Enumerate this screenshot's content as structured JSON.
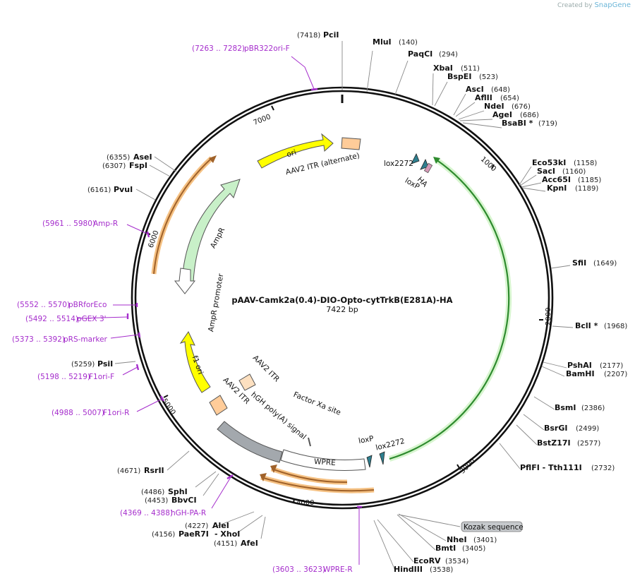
{
  "credit": {
    "prefix": "Created by",
    "brand": "SnapGene"
  },
  "plasmid": {
    "name": "pAAV-Camk2a(0.4)-DIO-Opto-cytTrkB(E281A)-HA",
    "length": "7422 bp"
  },
  "ticks": [
    "1000",
    "2000",
    "3000",
    "4000",
    "5000",
    "6000",
    "7000"
  ],
  "enzymes": [
    {
      "name": "PciI",
      "pos": "(7418)"
    },
    {
      "name": "MluI",
      "pos": "(140)"
    },
    {
      "name": "PaqCI",
      "pos": "(294)"
    },
    {
      "name": "XbaI",
      "pos": "(511)"
    },
    {
      "name": "BspEI",
      "pos": "(523)"
    },
    {
      "name": "AscI",
      "pos": "(648)"
    },
    {
      "name": "AflII",
      "pos": "(654)"
    },
    {
      "name": "NdeI",
      "pos": "(676)"
    },
    {
      "name": "AgeI",
      "pos": "(686)"
    },
    {
      "name": "BsaBI *",
      "pos": "(719)"
    },
    {
      "name": "Eco53kI",
      "pos": "(1158)"
    },
    {
      "name": "SacI",
      "pos": "(1160)"
    },
    {
      "name": "Acc65I",
      "pos": "(1185)"
    },
    {
      "name": "KpnI",
      "pos": "(1189)"
    },
    {
      "name": "SfiI",
      "pos": "(1649)"
    },
    {
      "name": "BclI *",
      "pos": "(1968)"
    },
    {
      "name": "PshAI",
      "pos": "(2177)"
    },
    {
      "name": "BamHI",
      "pos": "(2207)"
    },
    {
      "name": "BsmI",
      "pos": "(2386)"
    },
    {
      "name": "BsrGI",
      "pos": "(2499)"
    },
    {
      "name": "BstZ17I",
      "pos": "(2577)"
    },
    {
      "name": "PflFI - Tth111I",
      "pos": "(2732)"
    },
    {
      "name": "NheI",
      "pos": "(3401)"
    },
    {
      "name": "BmtI",
      "pos": "(3405)"
    },
    {
      "name": "EcoRV",
      "pos": "(3534)"
    },
    {
      "name": "HindIII",
      "pos": "(3538)"
    },
    {
      "name": "AfeI",
      "pos": "(4151)"
    },
    {
      "name": "- XhoI",
      "pos": ""
    },
    {
      "name": "PaeR7I",
      "pos": "(4156)"
    },
    {
      "name": "AleI",
      "pos": "(4227)"
    },
    {
      "name": "BbvCI",
      "pos": "(4453)"
    },
    {
      "name": "SphI",
      "pos": "(4486)"
    },
    {
      "name": "RsrII",
      "pos": "(4671)"
    },
    {
      "name": "PsiI",
      "pos": "(5259)"
    },
    {
      "name": "PvuI",
      "pos": "(6161)"
    },
    {
      "name": "FspI",
      "pos": "(6307)"
    },
    {
      "name": "AseI",
      "pos": "(6355)"
    }
  ],
  "primers": [
    {
      "range": "(7263 .. 7282)",
      "name": "pBR322ori-F"
    },
    {
      "range": "(5961 .. 5980)",
      "name": "Amp-R"
    },
    {
      "range": "(5552 .. 5570)",
      "name": "pBRforEco"
    },
    {
      "range": "(5492 .. 5514)",
      "name": "pGEX 3'"
    },
    {
      "range": "(5373 .. 5392)",
      "name": "pRS-marker"
    },
    {
      "range": "(5198 .. 5219)",
      "name": "F1ori-F"
    },
    {
      "range": "(4988 .. 5007)",
      "name": "F1ori-R"
    },
    {
      "range": "(4369 .. 4388)",
      "name": "hGH-PA-R"
    },
    {
      "range": "(3603 .. 3623)",
      "name": "WPRE-R"
    }
  ],
  "features": {
    "ori": "ori",
    "aav2_itr_alt": "AAV2 ITR (alternate)",
    "lox2272_top": "lox2272",
    "ha": "HA",
    "loxp_top": "loxP",
    "ampr": "AmpR",
    "ampr_promoter": "AmpR promoter",
    "f1_ori": "f1 ori",
    "aav2_itr_1": "AAV2 ITR",
    "aav2_itr_2": "AAV2 ITR",
    "hgh_polya": "hGH poly(A) signal",
    "factor_xa": "Factor Xa site",
    "wpre": "WPRE",
    "loxp_bottom": "loxP",
    "lox2272_bottom": "lox2272",
    "kozak": "Kozak sequence"
  },
  "colors": {
    "backbone": "#111111",
    "ori": "#ffff00",
    "ampr": "#c8f0c8",
    "orange_feature": "#ffcc99",
    "itr": "#fdd9b0",
    "cds_outline": "#7cd67c",
    "grey_feature": "#a3a8ad",
    "primer": "#a52dcc",
    "lox": "#2f7f8f"
  }
}
